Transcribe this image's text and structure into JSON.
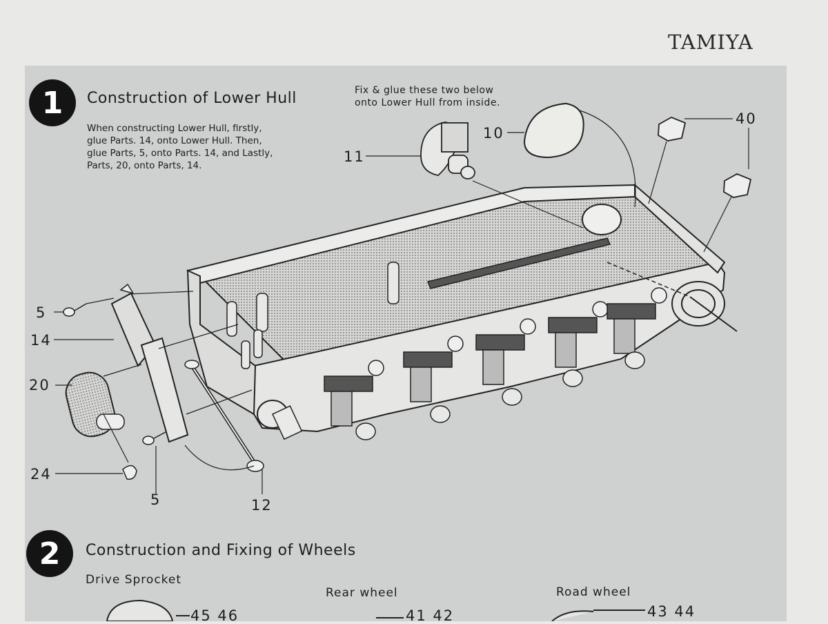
{
  "brand": "TAMIYA",
  "step1": {
    "number": "1",
    "title": "Construction of Lower Hull",
    "instructions": [
      "When constructing Lower Hull, firstly,",
      "glue Parts. 14, onto Lower Hull.  Then,",
      "glue Parts, 5, onto Parts. 14, and Lastly,",
      "Parts, 20, onto Parts, 14."
    ],
    "note": [
      "Fix & glue these two below",
      "onto Lower Hull from inside."
    ],
    "parts": {
      "p5a": "5",
      "p14": "14",
      "p20": "20",
      "p24": "24",
      "p5b": "5",
      "p12": "12",
      "p11": "11",
      "p10": "10",
      "p40": "40"
    }
  },
  "step2": {
    "number": "2",
    "title": "Construction and Fixing of Wheels",
    "drive_sprocket": "Drive Sprocket",
    "drive_parts": "45  46",
    "rear_wheel": "Rear wheel",
    "rear_parts": "41  42",
    "road_wheel": "Road wheel",
    "road_parts": "43  44"
  }
}
